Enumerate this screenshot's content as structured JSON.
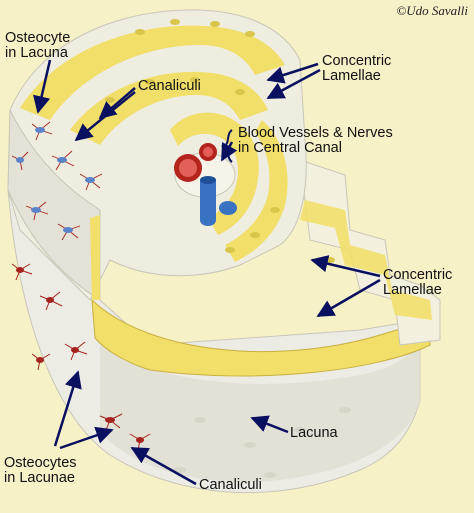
{
  "credit": "©Udo Savalli",
  "labels": {
    "osteocyte_lacuna": [
      "Osteocyte",
      "in Lacuna"
    ],
    "canaliculi_top": "Canaliculi",
    "concentric_top": [
      "Concentric",
      "Lamellae"
    ],
    "blood_vessels": [
      "Blood Vessels & Nerves",
      "in Central Canal"
    ],
    "concentric_right": [
      "Concentric",
      "Lamellae"
    ],
    "lacuna": "Lacuna",
    "osteocytes_lacunae": [
      "Osteocytes",
      "in Lacunae"
    ],
    "canaliculi_bottom": "Canaliculi"
  },
  "colors": {
    "background": "#f7f1c8",
    "lamella_yellow": "#f1df6a",
    "lamella_white": "#efece0",
    "cell_blue": "#5a83c9",
    "canaliculi_red": "#a5231c",
    "pointer": "#0a1060"
  }
}
